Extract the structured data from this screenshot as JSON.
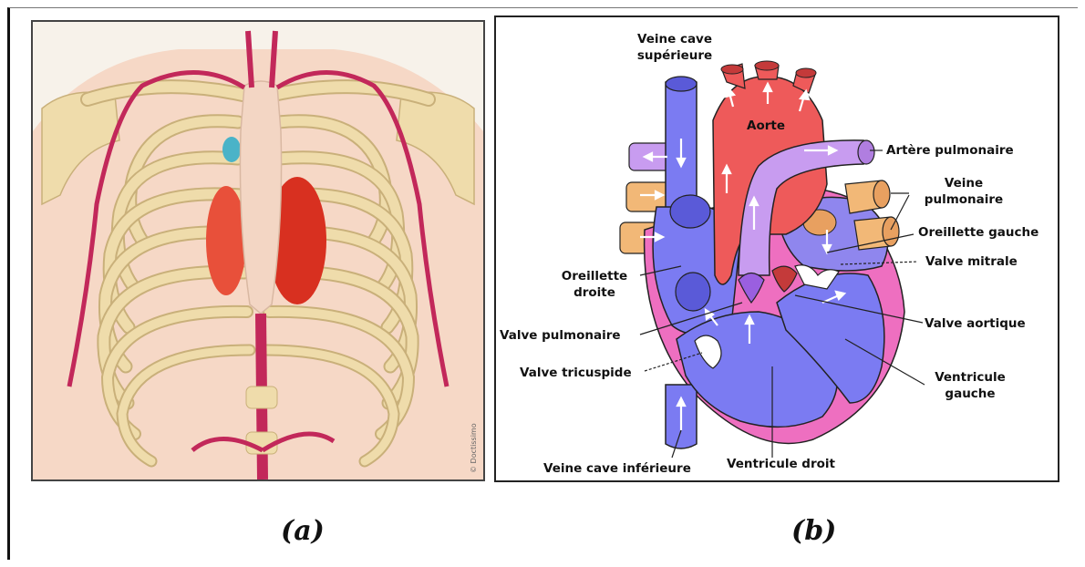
{
  "figure": {
    "caption_a": "(a)",
    "caption_b": "(b)",
    "watermark": "© Doctissimo"
  },
  "labels": {
    "veine_cave_sup_1": "Veine cave",
    "veine_cave_sup_2": "supérieure",
    "aorte": "Aorte",
    "artere_pulmonaire": "Artère pulmonaire",
    "veine_pulmonaire_1": "Veine",
    "veine_pulmonaire_2": "pulmonaire",
    "oreillette_gauche": "Oreillette gauche",
    "valve_mitrale": "Valve mitrale",
    "oreillette_droite_1": "Oreillette",
    "oreillette_droite_2": "droite",
    "valve_pulmonaire": "Valve pulmonaire",
    "valve_tricuspide": "Valve tricuspide",
    "valve_aortique": "Valve aortique",
    "ventricule_gauche_1": "Ventricule",
    "ventricule_gauche_2": "gauche",
    "veine_cave_inf": "Veine cave inférieure",
    "ventricule_droit": "Ventricule droit"
  },
  "colors": {
    "vein_blue": "#7b7bf2",
    "artery_red": "#ee5a5a",
    "pulmonary_purple": "#c89cf0",
    "pulmonary_vein_orange": "#f2b877",
    "myocardium_pink": "#ee6fc0",
    "bone": "#efdcab",
    "vessel_crimson": "#c2285a"
  }
}
